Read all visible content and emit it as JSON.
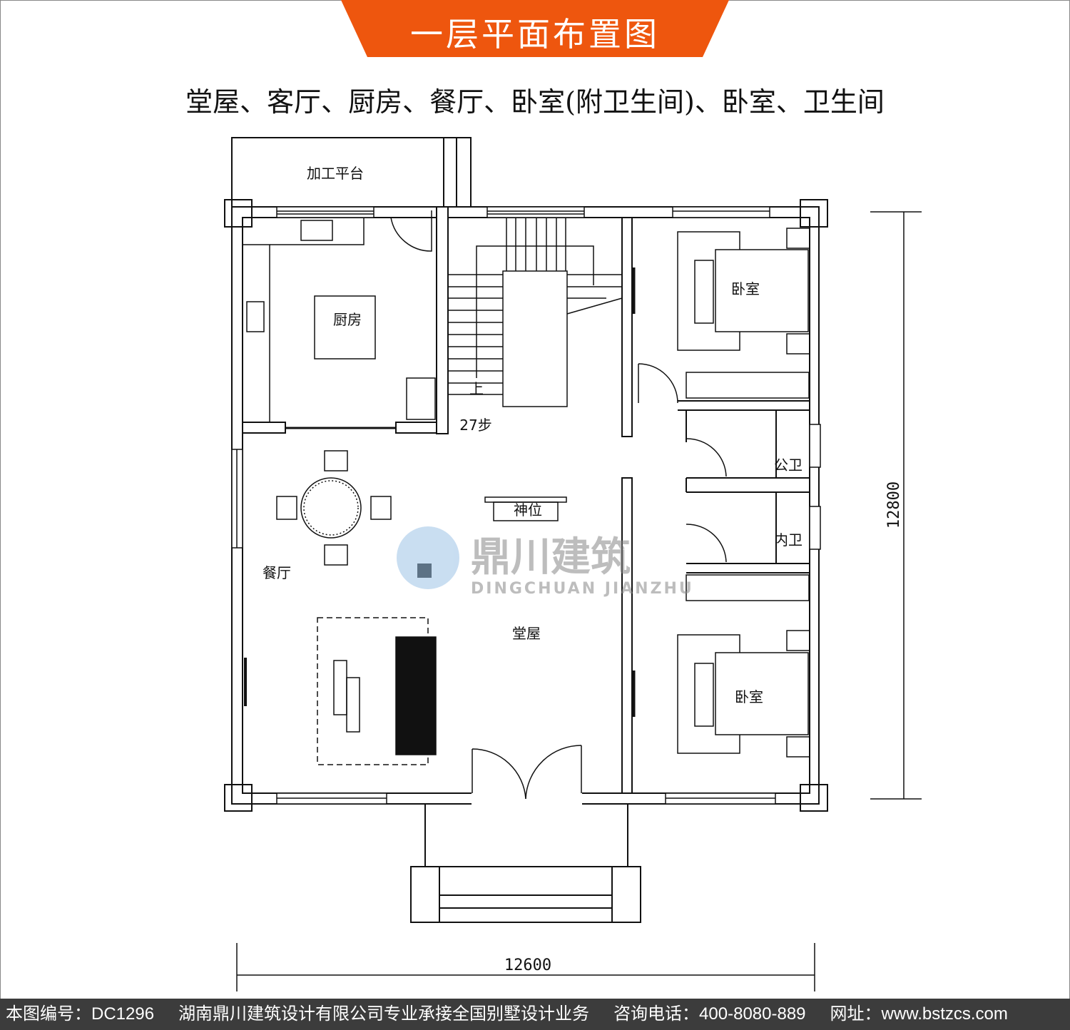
{
  "header": {
    "title": "一层平面布置图",
    "subtitle": "堂屋、客厅、厨房、餐厅、卧室(附卫生间)、卧室、卫生间",
    "accent": "#ee560e"
  },
  "rooms": {
    "platform": "加工平台",
    "kitchen": "厨房",
    "steps": "27步",
    "up": "上",
    "bedroom_top": "卧室",
    "public_bath": "公卫",
    "shrine": "神位",
    "private_bath": "内卫",
    "dining": "餐厅",
    "hall": "堂屋",
    "bedroom_bottom": "卧室"
  },
  "dimensions": {
    "width": "12600",
    "depth": "12800"
  },
  "watermark": {
    "cn": "鼎川建筑",
    "en": "DINGCHUAN JIANZHU"
  },
  "footer": {
    "code": "本图编号：DC1296",
    "company": "湖南鼎川建筑设计有限公司专业承接全国别墅设计业务",
    "phone": "咨询电话：400-8080-889",
    "site": "网址：www.bstzcs.com"
  }
}
